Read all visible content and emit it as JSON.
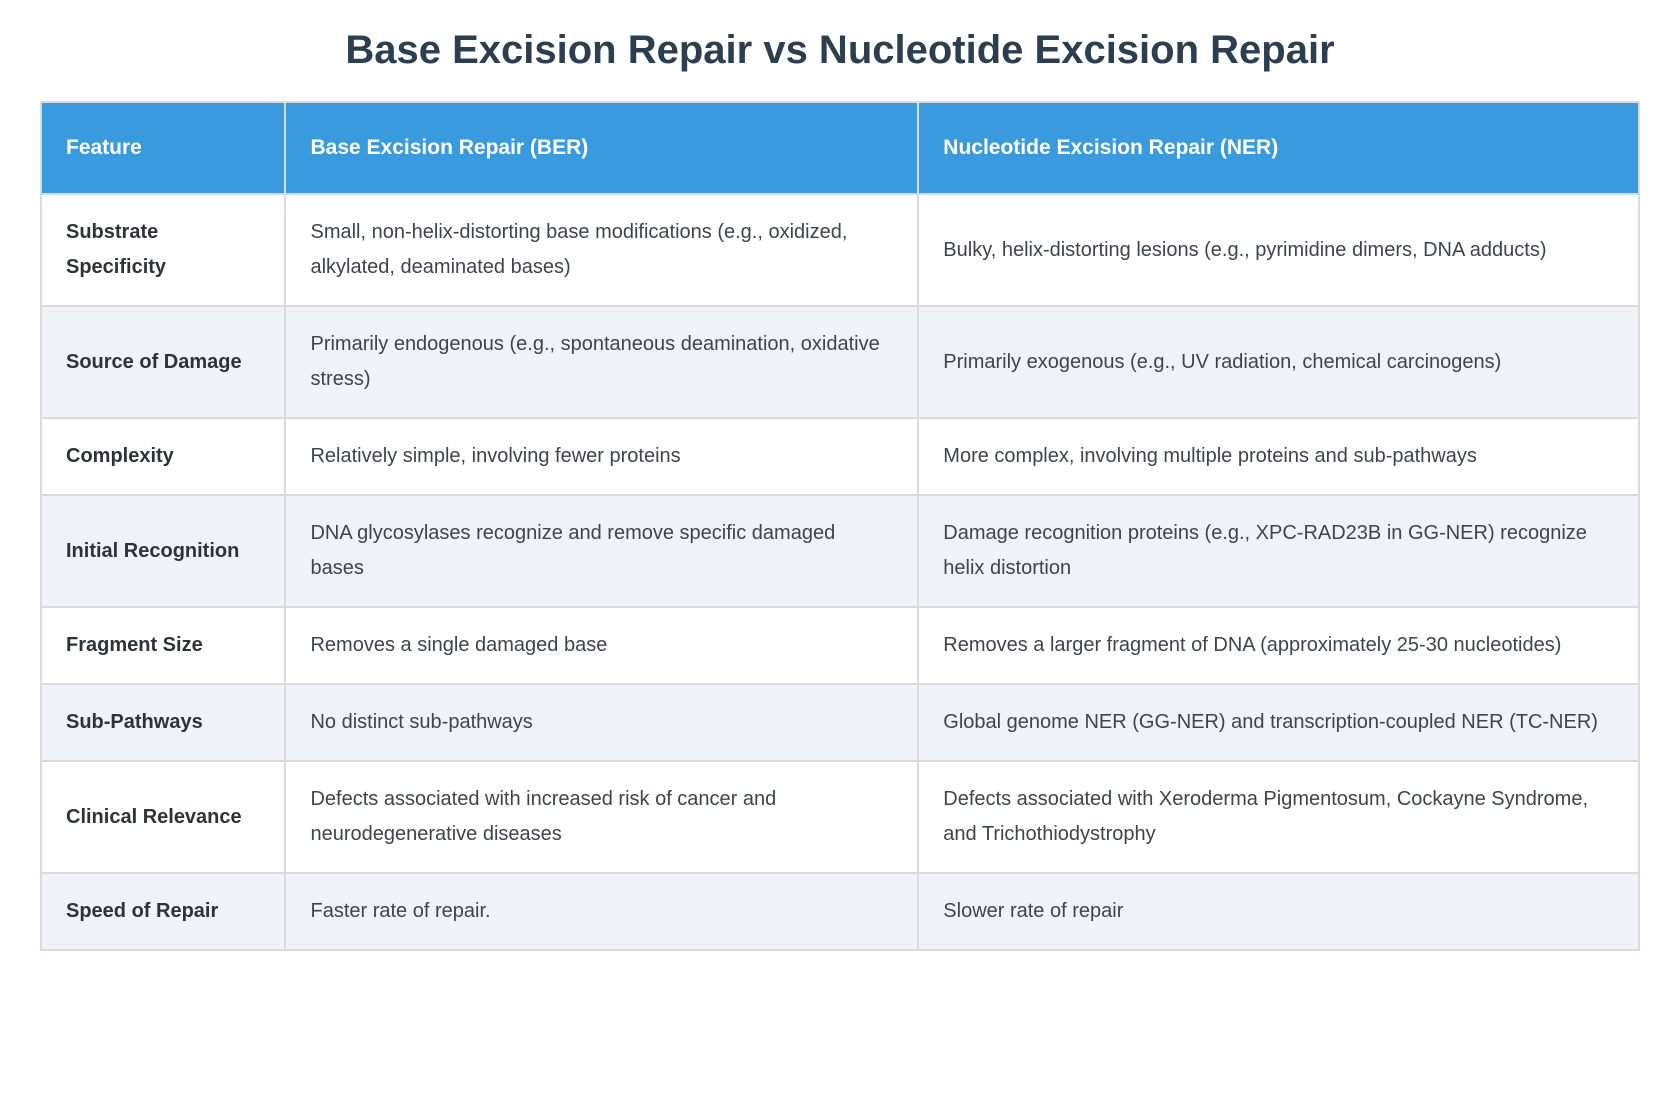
{
  "page": {
    "title": "Base Excision Repair vs Nucleotide Excision Repair"
  },
  "table": {
    "columns": [
      "Feature",
      "Base Excision Repair (BER)",
      "Nucleotide Excision Repair (NER)"
    ],
    "rows": [
      {
        "feature": "Substrate Specificity",
        "ber": "Small, non-helix-distorting base modifications (e.g., oxidized, alkylated, deaminated bases)",
        "ner": "Bulky, helix-distorting lesions (e.g., pyrimidine dimers, DNA adducts)"
      },
      {
        "feature": "Source of Damage",
        "ber": "Primarily endogenous (e.g., spontaneous deamination, oxidative stress)",
        "ner": "Primarily exogenous (e.g., UV radiation, chemical carcinogens)"
      },
      {
        "feature": "Complexity",
        "ber": "Relatively simple, involving fewer proteins",
        "ner": "More complex, involving multiple proteins and sub-pathways"
      },
      {
        "feature": "Initial Recognition",
        "ber": "DNA glycosylases recognize and remove specific damaged bases",
        "ner": "Damage recognition proteins (e.g., XPC-RAD23B in GG-NER) recognize helix distortion"
      },
      {
        "feature": "Fragment Size",
        "ber": "Removes a single damaged base",
        "ner": "Removes a larger fragment of DNA (approximately 25-30 nucleotides)"
      },
      {
        "feature": "Sub-Pathways",
        "ber": "No distinct sub-pathways",
        "ner": "Global genome NER (GG-NER) and transcription-coupled NER (TC-NER)"
      },
      {
        "feature": "Clinical Relevance",
        "ber": "Defects associated with increased risk of cancer and neurodegenerative diseases",
        "ner": "Defects associated with Xeroderma Pigmentosum, Cockayne Syndrome, and Trichothiodystrophy"
      },
      {
        "feature": "Speed of Repair",
        "ber": "Faster rate of repair.",
        "ner": "Slower rate of repair"
      }
    ]
  },
  "colors": {
    "header_bg": "#399bdd",
    "header_text": "#ffffff",
    "row_alt_bg": "#eff3f8",
    "border_color": "#d9dbdd",
    "title_color": "#2c3e50",
    "feature_text": "#2e3338",
    "body_text": "#3e444b"
  }
}
